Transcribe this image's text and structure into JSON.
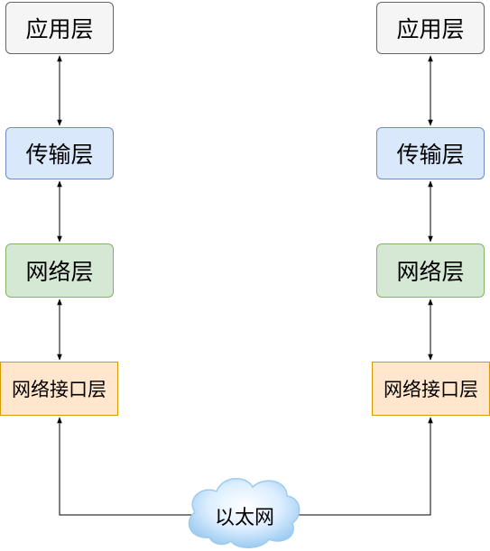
{
  "left_stack": {
    "application": "应用层",
    "transport": "传输层",
    "network": "网络层",
    "interface": "网络接口层"
  },
  "right_stack": {
    "application": "应用层",
    "transport": "传输层",
    "network": "网络层",
    "interface": "网络接口层"
  },
  "medium": {
    "label": "以太网"
  },
  "colors": {
    "application_fill": "#f5f5f5",
    "transport_fill": "#dae8fc",
    "network_fill": "#d5e8d4",
    "interface_fill": "#ffe6cc",
    "cloud_fill": "#cce5ff",
    "connector": "#000000"
  }
}
